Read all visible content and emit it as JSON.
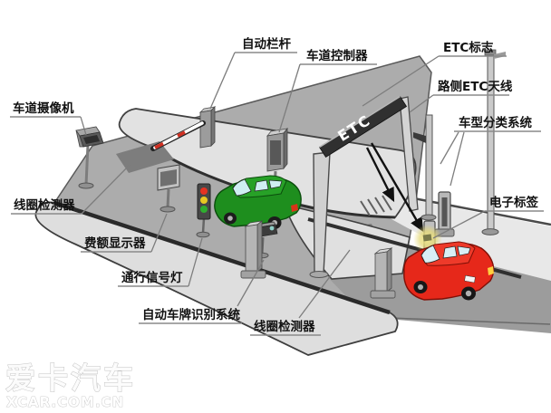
{
  "diagram": {
    "gantry": {
      "sign_text": "ETC"
    },
    "labels": {
      "lane_camera": "车道摄像机",
      "loop_detector_1": "线圈检测器",
      "fee_display": "费额显示器",
      "traffic_signal": "通行信号灯",
      "lpr_system": "自动车牌识别系统",
      "loop_detector_2": "线圈检测器",
      "auto_barrier": "自动栏杆",
      "lane_controller": "车道控制器",
      "etc_sign": "ETC标志",
      "roadside_antenna": "路侧ETC天线",
      "vehicle_classification": "车型分类系统",
      "electronic_tag": "电子标签"
    },
    "colors": {
      "road": "#acacac",
      "near_lane": "#9c9c9c",
      "island": "#e2e2e2",
      "loop_patch": "#7d7d7d",
      "gantry_beam": "#303030",
      "green_car": "#1e8e1e",
      "red_car": "#e6281a",
      "signal_red": "#e53222",
      "signal_yellow": "#e8c822",
      "signal_green": "#2fae2f",
      "tag_glow": "#f2e98f"
    }
  },
  "watermark": {
    "line1": "爱卡汽车",
    "line2": "XCAR.COM.CN"
  }
}
